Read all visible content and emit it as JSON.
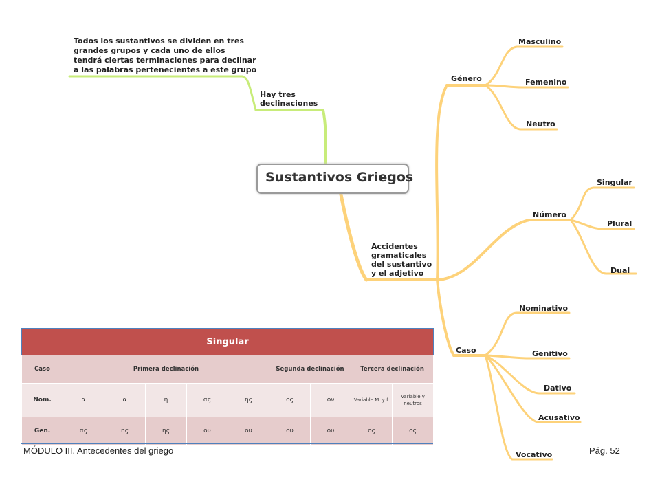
{
  "root": {
    "label": "Sustantivos Griegos"
  },
  "branches": {
    "hay_tres": "Hay tres\ndeclinaciones",
    "note": "Todos los sustantivos se dividen en tres\ngrandes grupos y cada uno de ellos\ntendrá ciertas terminaciones para declinar\na las palabras pertenecientes a este grupo",
    "accidentes": "Accidentes\ngramaticales\ndel sustantivo\ny el adjetivo",
    "genero": {
      "label": "Género",
      "children": [
        "Masculino",
        "Femenino",
        "Neutro"
      ]
    },
    "numero": {
      "label": "Número",
      "children": [
        "Singular",
        "Plural",
        "Dual"
      ]
    },
    "caso": {
      "label": "Caso",
      "children": [
        "Nominativo",
        "Genitivo",
        "Dativo",
        "Acusativo",
        "Vocativo"
      ]
    }
  },
  "colors": {
    "green_branch": "#c8ec7a",
    "orange_branch": "#fdd27a",
    "table_title": "#c0504d",
    "table_header": "#e6cccc",
    "table_row": "#f2e6e6"
  },
  "table": {
    "title": "Singular",
    "headers": {
      "caso": "Caso",
      "primera": "Primera declinación",
      "segunda": "Segunda declinación",
      "tercera": "Tercera declinación"
    },
    "rows": [
      {
        "label": "Nom.",
        "cells": [
          "α",
          "α",
          "η",
          "ας",
          "ης",
          "ος",
          "ον",
          "Variable M. y f.",
          "Variable y neutros"
        ]
      },
      {
        "label": "Gen.",
        "cells": [
          "ας",
          "ης",
          "ης",
          "ου",
          "ου",
          "ου",
          "ου",
          "ος",
          "ος"
        ]
      }
    ]
  },
  "footer": {
    "left": "MÓDULO III. Antecedentes del griego",
    "right": "Pág. 52"
  }
}
